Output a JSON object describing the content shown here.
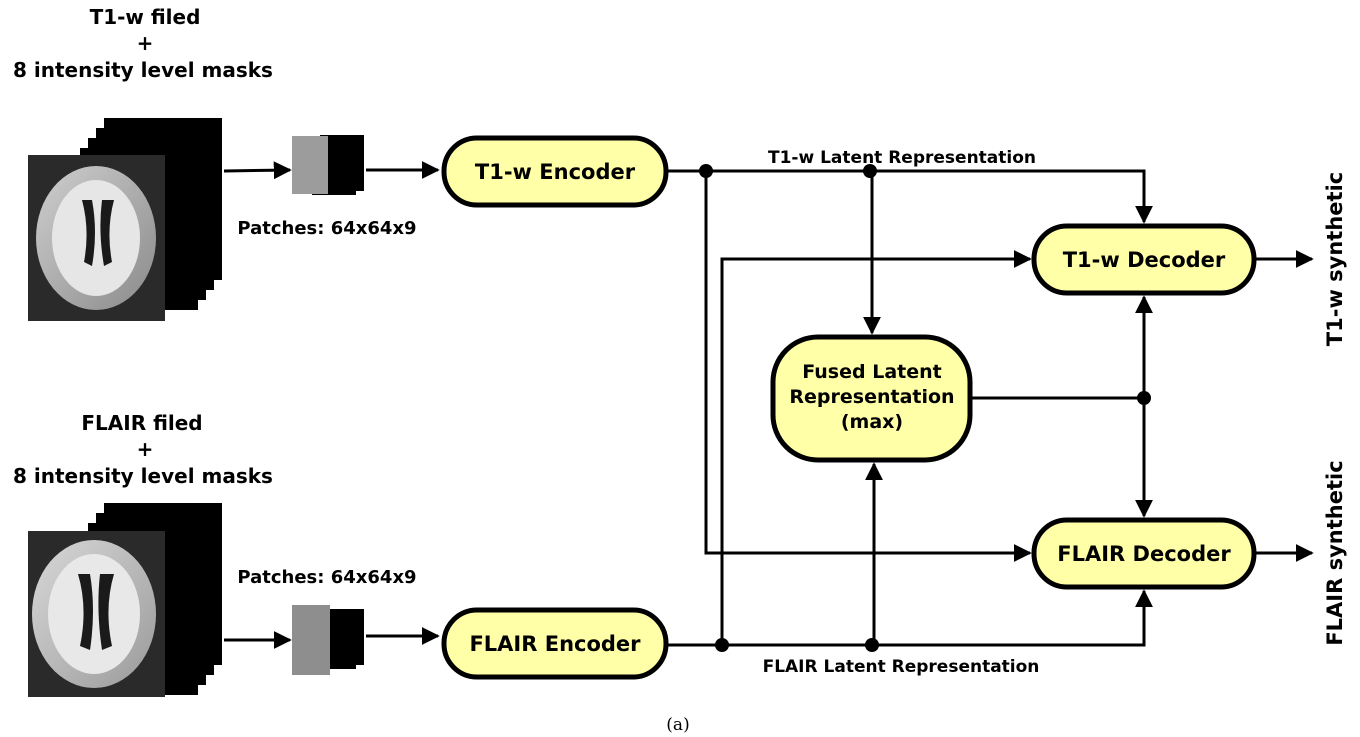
{
  "inputs": {
    "t1": {
      "line1": "T1-w filed",
      "line2": "+",
      "line3": "8 intensity level masks",
      "patches": "Patches: 64x64x9"
    },
    "flair": {
      "line1": "FLAIR filed",
      "line2": "+",
      "line3": "8 intensity level masks",
      "patches": "Patches: 64x64x9"
    }
  },
  "encoders": {
    "t1": "T1-w Encoder",
    "flair": "FLAIR Encoder"
  },
  "latent": {
    "t1": "T1-w Latent Representation",
    "flair": "FLAIR Latent Representation",
    "fused_line1": "Fused Latent",
    "fused_line2": "Representation",
    "fused_line3": "(max)"
  },
  "decoders": {
    "t1": "T1-w Decoder",
    "flair": "FLAIR Decoder"
  },
  "outputs": {
    "t1": "T1-w synthetic",
    "flair": "FLAIR synthetic"
  },
  "caption": "(a)",
  "colors": {
    "box_fill": "#ffffa8",
    "stroke": "#000000"
  }
}
